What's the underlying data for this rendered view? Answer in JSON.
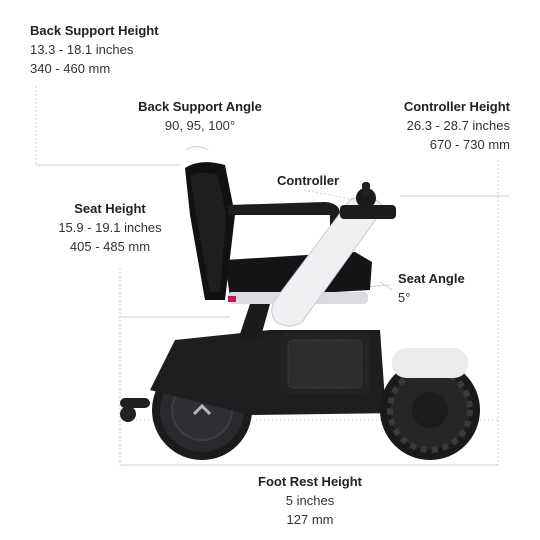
{
  "back_support_height": {
    "title": "Back Support Height",
    "line1": "13.3 - 18.1 inches",
    "line2": "340 - 460 mm"
  },
  "back_support_angle": {
    "title": "Back Support Angle",
    "line1": "90, 95, 100°"
  },
  "controller_height": {
    "title": "Controller Height",
    "line1": "26.3 - 28.7 inches",
    "line2": "670 - 730 mm"
  },
  "controller": {
    "title": "Controller"
  },
  "seat_height": {
    "title": "Seat Height",
    "line1": "15.9 - 19.1 inches",
    "line2": "405 - 485 mm"
  },
  "seat_angle": {
    "title": "Seat Angle",
    "line1": "5°"
  },
  "foot_rest_height": {
    "title": "Foot Rest Height",
    "line1": "5 inches",
    "line2": "127 mm"
  },
  "colors": {
    "frame": "#1c1c1e",
    "controller_arm": "#eef0f2",
    "accent": "#c2185b",
    "guide": "#cfcfcf"
  }
}
